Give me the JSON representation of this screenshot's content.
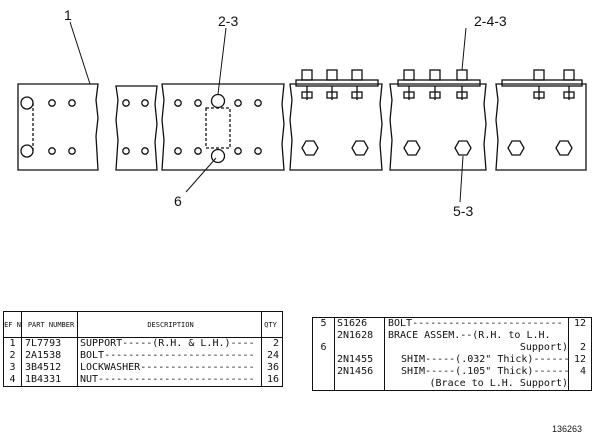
{
  "callouts": {
    "c1": "1",
    "c2": "2-3",
    "c3": "2-4-3",
    "c4": "6",
    "c5": "5-3"
  },
  "table_left": {
    "headers": {
      "ref": "REF NO",
      "part": "PART NUMBER",
      "description": "DESCRIPTION",
      "qty": "QTY"
    },
    "rows": [
      {
        "ref": "1",
        "part": "7L7793",
        "description": "SUPPORT-----(R.H. & L.H.)----",
        "qty": "2"
      },
      {
        "ref": "2",
        "part": "2A1538",
        "description": "BOLT-------------------------",
        "qty": "24"
      },
      {
        "ref": "3",
        "part": "3B4512",
        "description": "LOCKWASHER-------------------",
        "qty": "36"
      },
      {
        "ref": "4",
        "part": "1B4331",
        "description": "NUT--------------------------",
        "qty": "16"
      }
    ]
  },
  "table_right": {
    "rows": [
      {
        "ref": "5",
        "part": "S1626",
        "description": "BOLT-------------------------",
        "qty": "12"
      },
      {
        "ref": "",
        "part": "2N1628",
        "description": "BRACE ASSEM.--(R.H. to L.H.",
        "qty": ""
      },
      {
        "ref": "6",
        "part": "",
        "description": "Support)",
        "qty": "2"
      },
      {
        "ref": "",
        "part": "2N1455",
        "description": "SHIM-----(.032\" Thick)------",
        "qty": "12"
      },
      {
        "ref": "",
        "part": "2N1456",
        "description": "SHIM-----(.105\" Thick)------",
        "qty": "4"
      },
      {
        "ref": "",
        "part": "",
        "description": "(Brace to L.H. Support)",
        "qty": ""
      }
    ]
  },
  "drawing_number": "136263"
}
